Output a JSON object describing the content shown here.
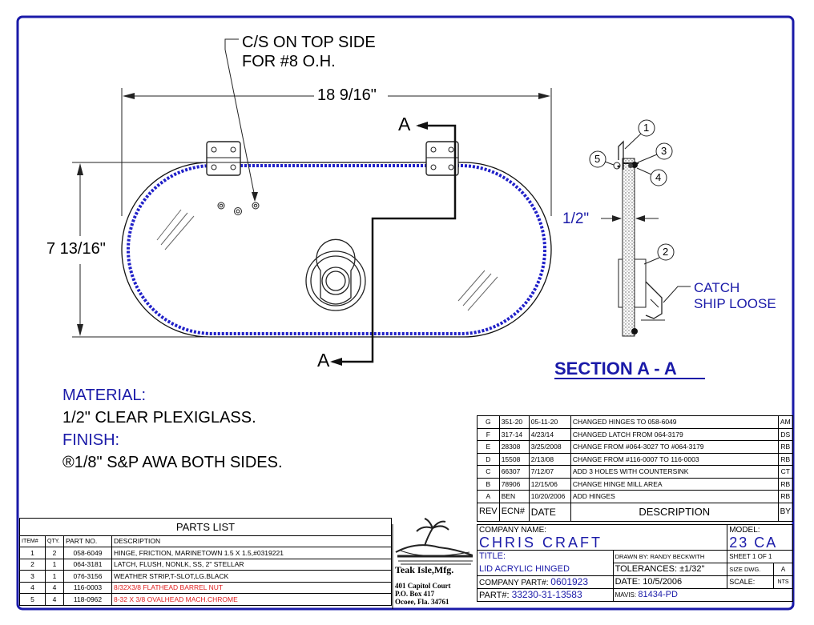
{
  "notes": {
    "countersink": [
      "C/S ON TOP SIDE",
      "FOR #8 O.H."
    ],
    "width_dim": "18 9/16\"",
    "height_dim": "7 13/16\"",
    "section_mark": "A",
    "thickness_dim": "1/2\"",
    "catch": [
      "CATCH",
      "SHIP LOOSE"
    ],
    "section_title": "SECTION A - A",
    "balloons": [
      "1",
      "2",
      "3",
      "4",
      "5"
    ]
  },
  "material": {
    "material_label": "MATERIAL:",
    "material_value": "1/2\" CLEAR PLEXIGLASS.",
    "finish_label": "FINISH:",
    "finish_value": "®1/8\" S&P AWA BOTH SIDES."
  },
  "revisions": {
    "rows": [
      {
        "rev": "G",
        "ecn": "351-20",
        "date": "05-11-20",
        "desc": "CHANGED HINGES TO 058-6049",
        "by": "AM"
      },
      {
        "rev": "F",
        "ecn": "317-14",
        "date": "4/23/14",
        "desc": "CHANGED LATCH FROM 064-3179",
        "by": "DS"
      },
      {
        "rev": "E",
        "ecn": "28308",
        "date": "3/25/2008",
        "desc": "CHANGE FROM #064-3027 TO #064-3179",
        "by": "RB"
      },
      {
        "rev": "D",
        "ecn": "15508",
        "date": "2/13/08",
        "desc": "CHANGE FROM #116-0007 TO 116-0003",
        "by": "RB"
      },
      {
        "rev": "C",
        "ecn": "66307",
        "date": "7/12/07",
        "desc": "ADD 3 HOLES WITH COUNTERSINK",
        "by": "CT"
      },
      {
        "rev": "B",
        "ecn": "78906",
        "date": "12/15/06",
        "desc": "CHANGE HINGE MILL AREA",
        "by": "RB"
      },
      {
        "rev": "A",
        "ecn": "BEN",
        "date": "10/20/2006",
        "desc": "ADD HINGES",
        "by": "RB"
      }
    ],
    "header": {
      "rev": "REV",
      "ecn": "ECN#",
      "date": "DATE",
      "desc": "DESCRIPTION",
      "by": "BY"
    }
  },
  "parts_list": {
    "title": "PARTS LIST",
    "headers": [
      "ITEM#",
      "QTY.",
      "PART NO.",
      "DESCRIPTION"
    ],
    "rows": [
      {
        "item": "1",
        "qty": "2",
        "part": "058-6049",
        "desc": "HINGE, FRICTION, MARINETOWN 1.5 X 1.5,#0319221"
      },
      {
        "item": "2",
        "qty": "1",
        "part": "064-3181",
        "desc": "LATCH, FLUSH, NONLK, SS, 2\" STELLAR"
      },
      {
        "item": "3",
        "qty": "1",
        "part": "076-3156",
        "desc": "WEATHER STRIP,T-SLOT,LG.BLACK"
      },
      {
        "item": "4",
        "qty": "4",
        "part": "116-0003",
        "desc": "8/32X3/8 FLATHEAD BARREL NUT"
      },
      {
        "item": "5",
        "qty": "4",
        "part": "118-0962",
        "desc": "8-32 X 3/8 OVALHEAD MACH.CHROME"
      }
    ]
  },
  "company_block": {
    "name": "Teak Isle,Mfg.",
    "address": [
      "401 Capitol Court",
      "P.O. Box 417",
      "Ocoee, Fla. 34761"
    ]
  },
  "title_block": {
    "company_label": "COMPANY NAME:",
    "company_value": "CHRIS CRAFT",
    "model_label": "MODEL:",
    "model_value": "23 CA",
    "title_label": "TITLE:",
    "title_value": "LID ACRYLIC HINGED",
    "drawn_by": "DRAWN BY: RANDY BECKWITH",
    "sheet": "SHEET 1 OF 1",
    "tolerances": "TOLERANCES: ±1/32\"",
    "size_dwg": "SIZE DWG.",
    "size_value": "A",
    "company_part_label": "COMPANY PART#:",
    "company_part_value": "0601923",
    "date": "DATE: 10/5/2006",
    "scale_label": "SCALE:",
    "scale_value": "NTS",
    "part_label": "PART#:",
    "part_value": "33230-31-13583",
    "mavis_label": "MAVIS:",
    "mavis_value": "81434-PD"
  },
  "colors": {
    "border": "#1a1aa8",
    "blue_text": "#1a1aa8",
    "red_text": "#e02020",
    "gasket": "#2020c8"
  }
}
